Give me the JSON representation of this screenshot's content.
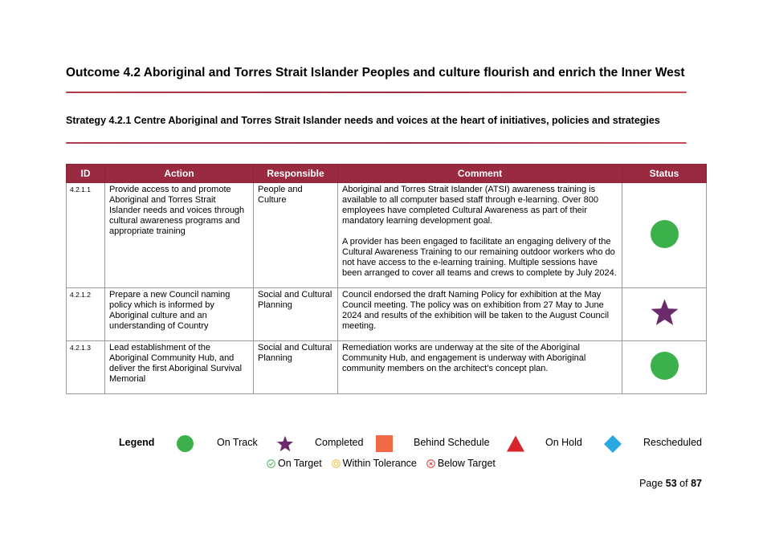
{
  "outcome_title": "Outcome 4.2 Aboriginal and Torres Strait Islander Peoples and culture flourish and enrich the Inner West",
  "strategy_title": "Strategy 4.2.1 Centre Aboriginal and Torres Strait Islander needs and voices at the heart of initiatives, policies and strategies",
  "table": {
    "headers": {
      "id": "ID",
      "action": "Action",
      "responsible": "Responsible",
      "comment": "Comment",
      "status": "Status"
    },
    "rows": [
      {
        "id": "4.2.1.1",
        "action": "Provide access to and promote Aboriginal and Torres Strait Islander needs and voices through cultural awareness programs and appropriate training",
        "responsible": "People and Culture",
        "comment_1": "Aboriginal and Torres Strait Islander (ATSI) awareness training is available to all computer based staff through e-learning. Over 800 employees have completed Cultural Awareness as part of their mandatory learning development goal.",
        "comment_2": "A provider has been engaged to facilitate an engaging delivery of the Cultural Awareness Training to our remaining outdoor workers who do not have access to the e-learning training. Multiple sessions have been arranged to cover all teams and crews to complete by July 2024.",
        "status": "On Track"
      },
      {
        "id": "4.2.1.2",
        "action": "Prepare a new Council naming policy which is informed by Aboriginal culture and an understanding of Country",
        "responsible": "Social and Cultural Planning",
        "comment_1": "Council endorsed the draft Naming Policy for exhibition at the May Council meeting. The policy was on exhibition from 27 May to June 2024 and results of the exhibition will be taken to the August Council meeting.",
        "status": "Completed"
      },
      {
        "id": "4.2.1.3",
        "action": "Lead establishment of the Aboriginal Community Hub, and deliver the first Aboriginal Survival Memorial",
        "responsible": "Social and Cultural Planning",
        "comment_1": "Remediation works are underway at the site of the Aboriginal Community Hub, and engagement is underway with Aboriginal community members on the architect's concept plan.",
        "status": "On Track"
      }
    ]
  },
  "legend": {
    "title": "Legend",
    "on_track": "On Track",
    "completed": "Completed",
    "behind_schedule": "Behind Schedule",
    "on_hold": "On Hold",
    "rescheduled": "Rescheduled",
    "on_target": "On Target",
    "within_tolerance": "Within Tolerance",
    "below_target": "Below Target"
  },
  "colors": {
    "header": "#992a3f",
    "on_track": "#3cb04a",
    "completed": "#6b2a6b",
    "behind_schedule": "#f26a45",
    "on_hold": "#d7262b",
    "rescheduled": "#2aa9e0"
  },
  "page": {
    "prefix": "Page",
    "current": "53",
    "of": "of",
    "total": "87"
  }
}
